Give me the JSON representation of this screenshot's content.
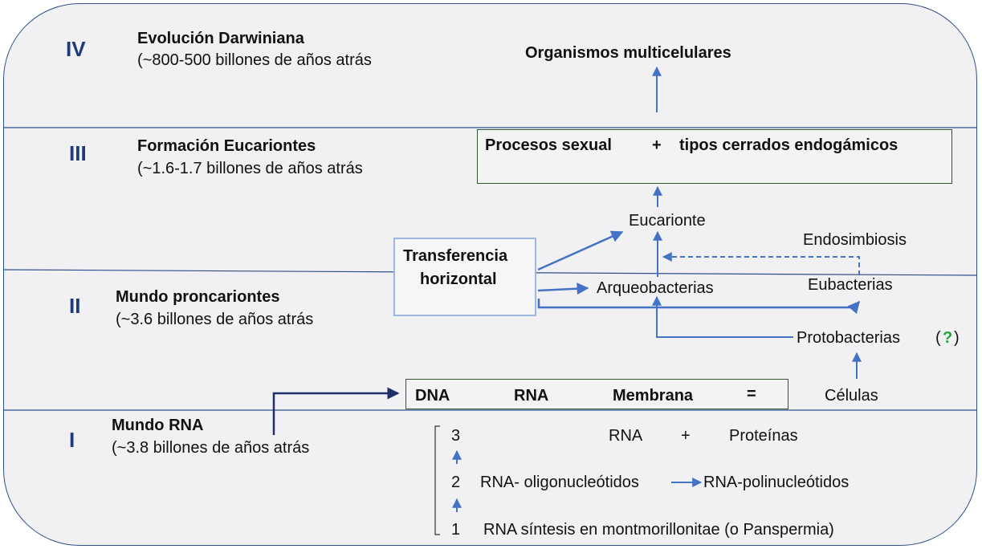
{
  "eras": [
    {
      "roman": "IV",
      "title": "Evolución Darwiniana",
      "subtitle": "(~800-500 billones de años atrás"
    },
    {
      "roman": "III",
      "title": "Formación Eucariontes",
      "subtitle": "(~1.6-1.7 billones de años atrás"
    },
    {
      "roman": "II",
      "title": "Mundo proncariontes",
      "subtitle": "(~3.6 billones de años atrás"
    },
    {
      "roman": "I",
      "title": "Mundo RNA",
      "subtitle": "(~3.8 billones de años atrás"
    }
  ],
  "nodes": {
    "organismos": "Organismos multicelulares",
    "procesos": "Procesos sexual",
    "plus": "+",
    "tipos": "tipos cerrados endogámicos",
    "eucarionte": "Eucarionte",
    "endosimbiosis": "Endosimbiosis",
    "transferencia_line1": "Transferencia",
    "transferencia_line2": "horizontal",
    "arqueobacterias": "Arqueobacterias",
    "eubacterias": "Eubacterias",
    "protobacterias": "Protobacterias",
    "question_open": "(",
    "question_mark": "?",
    "question_close": ")",
    "celulas": "Células",
    "dna": "DNA",
    "rna": "RNA",
    "membrana": "Membrana",
    "equals": "="
  },
  "rna_world_steps": [
    {
      "num": "3",
      "a": "RNA",
      "plus": "+",
      "b": "Proteínas"
    },
    {
      "num": "2",
      "a": "RNA- oligonucleótidos",
      "b": "RNA-polinucleótidos"
    },
    {
      "num": "1",
      "a": "RNA síntesis en montmorillonitae (o Panspermia)"
    }
  ],
  "colors": {
    "arrow": "#4472c4",
    "dark_arrow": "#1f2f6b",
    "roman": "#1f3a7a",
    "question": "#21a33a",
    "border": "#2f4f8a"
  }
}
